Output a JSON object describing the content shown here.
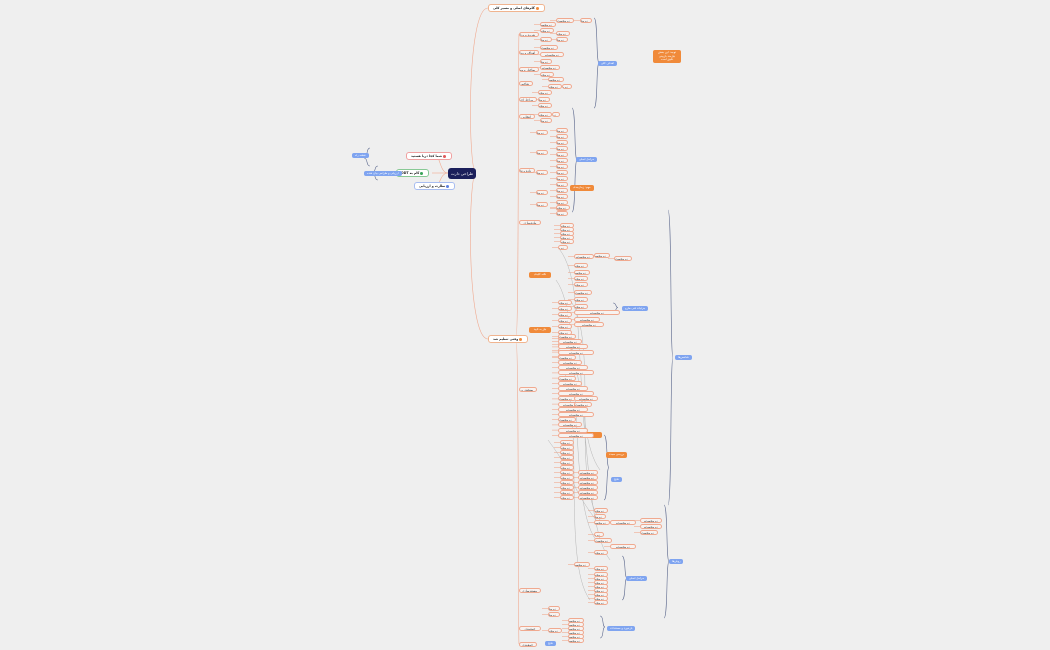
{
  "root": {
    "label": "طراحی دارت"
  },
  "left_branches": [
    {
      "label": "شما کجا دریا هستید",
      "summary": "نقشه راه"
    },
    {
      "label": "گام به ODT",
      "summary": "ارزیابی و طراحی بیان شده"
    },
    {
      "label": "نظارت و ارزیابی"
    }
  ],
  "right_branches": [
    {
      "label": "گام‌های اصلی و مسیر کلی"
    },
    {
      "label": "وقتی تنظیم شد"
    }
  ],
  "sections": [
    {
      "label": "شروع و برنامه‌ریزی"
    },
    {
      "label": "اهداف و ویژگی‌ها"
    },
    {
      "label": "ساختار و مولفه‌ها"
    },
    {
      "label": "شاخص‌های کلیدی"
    },
    {
      "label": "مراحل اجرا"
    },
    {
      "label": "انتخاب روش"
    },
    {
      "label": "داده و تحلیل"
    },
    {
      "label": "پیاده‌سازی"
    },
    {
      "label": "سنجش و بهبود"
    },
    {
      "label": "مستندسازی"
    },
    {
      "label": "جمع‌بندی"
    }
  ],
  "summaries": {
    "s1": "اهداف کلی",
    "s2": "مراحل اصلی",
    "s3": "جزئیات فنی طرح",
    "s4": "شاخص‌ها",
    "s5": "نتایج",
    "s6": "روش‌ها",
    "s7": "بازخورد و مستندات"
  },
  "callouts": {
    "c1": "توجه: این بخش نیازمند بازبینی دقیق است",
    "c2": "مهم: زمان‌بندی",
    "c3": "نکته کلیدی",
    "c4": "نیاز به تایید",
    "c5": "اولویت بالا",
    "c6": "بررسی مجدد"
  },
  "leaf_label": "زیرمجموعه"
}
